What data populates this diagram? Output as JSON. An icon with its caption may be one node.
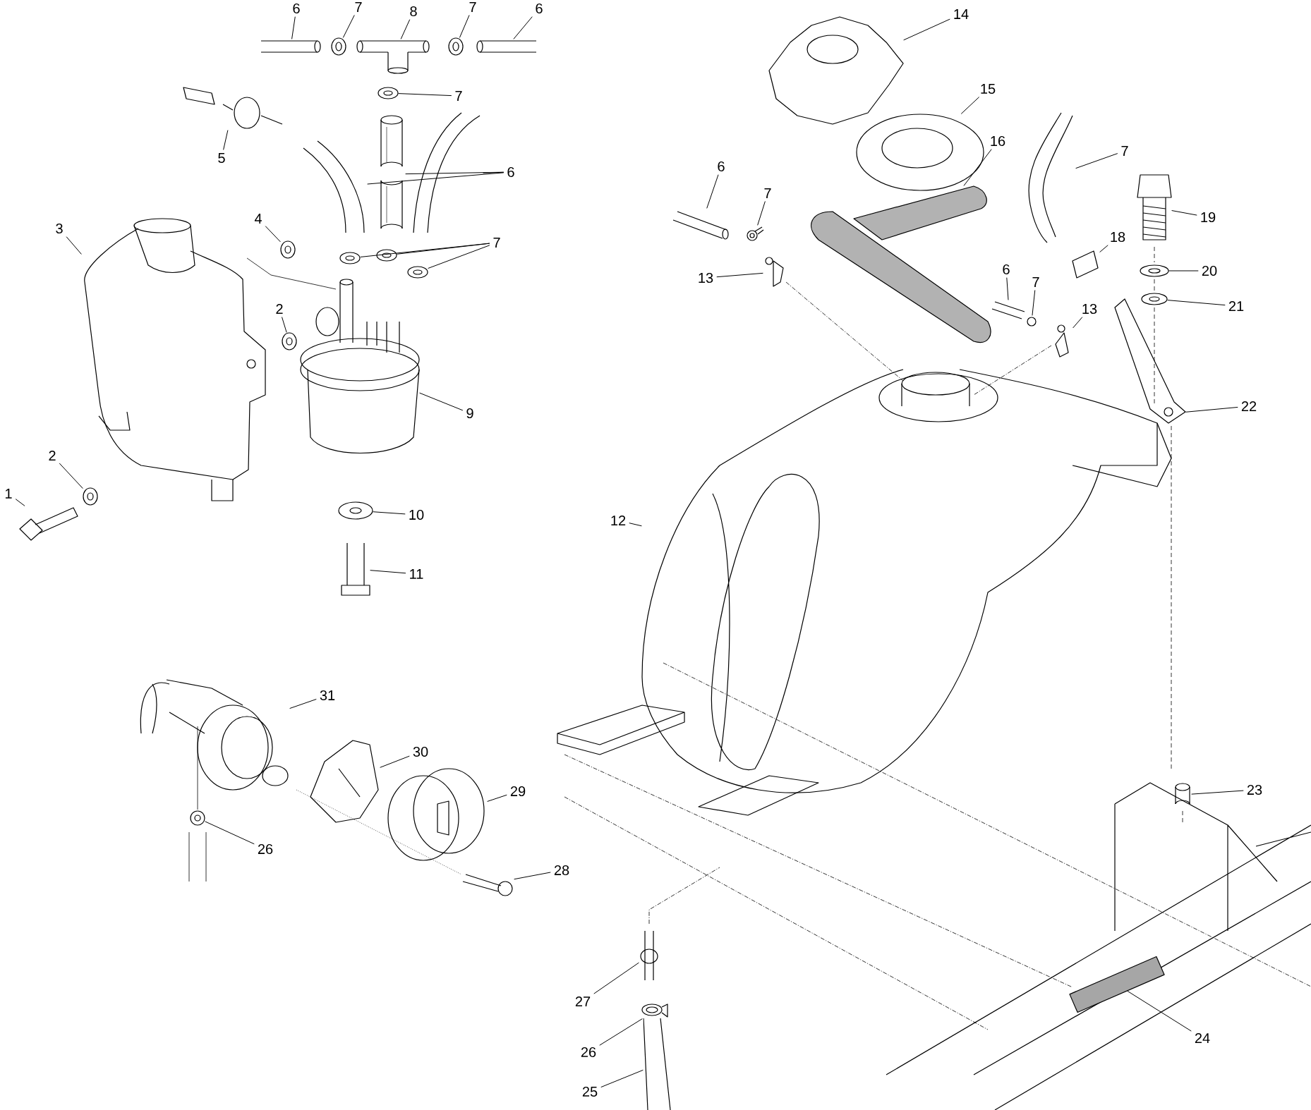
{
  "diagram": {
    "nodes": [
      {
        "text": [
          "6"
        ]
      },
      {
        "text": [
          "7"
        ]
      },
      {
        "text": [
          "8"
        ]
      },
      {
        "text": [
          "7"
        ]
      },
      {
        "text": [
          "6"
        ]
      },
      {
        "text": [
          "14"
        ]
      },
      {
        "text": [
          "15"
        ]
      },
      {
        "text": [
          "7"
        ]
      },
      {
        "text": [
          "16"
        ]
      },
      {
        "text": [
          "7"
        ]
      },
      {
        "text": [
          "5"
        ]
      },
      {
        "text": [
          "6"
        ]
      },
      {
        "text": [
          "6"
        ]
      },
      {
        "text": [
          "7"
        ]
      },
      {
        "text": [
          "19"
        ]
      },
      {
        "text": [
          "4"
        ]
      },
      {
        "text": [
          "3"
        ]
      },
      {
        "text": [
          "18"
        ]
      },
      {
        "text": [
          "7"
        ]
      },
      {
        "text": [
          "6"
        ]
      },
      {
        "text": [
          "20"
        ]
      },
      {
        "text": [
          "13"
        ]
      },
      {
        "text": [
          "7"
        ]
      },
      {
        "text": [
          "21"
        ]
      },
      {
        "text": [
          "2"
        ]
      },
      {
        "text": [
          "13"
        ]
      },
      {
        "text": [
          "22"
        ]
      },
      {
        "text": [
          "9"
        ]
      },
      {
        "text": [
          "2"
        ]
      },
      {
        "text": [
          "1"
        ]
      },
      {
        "text": [
          "10"
        ]
      },
      {
        "text": [
          "12"
        ]
      },
      {
        "text": [
          "11"
        ]
      },
      {
        "text": [
          "31"
        ]
      },
      {
        "text": [
          "30"
        ]
      },
      {
        "text": [
          "23"
        ]
      },
      {
        "text": [
          "29"
        ]
      },
      {
        "text": [
          "26"
        ]
      },
      {
        "text": [
          "28"
        ]
      },
      {
        "text": [
          "27"
        ]
      },
      {
        "text": [
          "24"
        ]
      },
      {
        "text": [
          "26"
        ]
      },
      {
        "text": [
          "25"
        ]
      },
      {
        "text": [],
        "shape": "picture"
      },
      {
        "text": [],
        "shape": "picture"
      },
      {
        "text": [],
        "shape": "picture"
      },
      {
        "text": [],
        "shape": "picture"
      },
      {
        "text": [],
        "shape": "picture"
      },
      {
        "text": [],
        "shape": "picture"
      },
      {
        "text": [],
        "shape": "picture"
      },
      {
        "text": [],
        "shape": "picture"
      },
      {
        "text": [],
        "shape": "picture"
      },
      {
        "text": [],
        "shape": "picture"
      },
      {
        "text": [],
        "shape": "picture"
      },
      {
        "text": [],
        "shape": "picture"
      },
      {
        "text": [],
        "shape": "picture"
      },
      {
        "text": [],
        "shape": "picture"
      },
      {
        "text": [],
        "shape": "picture"
      },
      {
        "text": [],
        "shape": "picture"
      },
      {
        "text": [],
        "shape": "picture"
      },
      {
        "text": [],
        "shape": "picture"
      },
      {
        "text": [],
        "shape": "picture"
      },
      {
        "text": [],
        "shape": "picture"
      },
      {
        "text": [],
        "shape": "picture"
      },
      {
        "text": [],
        "shape": "picture"
      },
      {
        "text": [],
        "shape": "picture"
      },
      {
        "text": [],
        "shape": "picture"
      },
      {
        "text": [],
        "shape": "picture"
      },
      {
        "text": [],
        "shape": "picture"
      },
      {
        "text": [],
        "shape": "picture"
      },
      {
        "text": [],
        "shape": "picture"
      },
      {
        "text": [],
        "shape": "picture"
      },
      {
        "text": [],
        "shape": "picture"
      },
      {
        "text": [],
        "shape": "picture"
      },
      {
        "text": [],
        "shape": "picture"
      },
      {
        "text": [],
        "shape": "picture"
      },
      {
        "text": [],
        "shape": "picture"
      },
      {
        "text": [],
        "shape": "picture"
      },
      {
        "text": [],
        "shape": "picture"
      },
      {
        "text": [],
        "shape": "picture"
      },
      {
        "text": [],
        "shape": "picture"
      },
      {
        "text": [],
        "shape": "picture"
      },
      {
        "text": [],
        "shape": "picture"
      },
      {
        "text": [],
        "shape": "picture"
      },
      {
        "text": [],
        "shape": "picture"
      },
      {
        "text": [],
        "shape": "picture"
      },
      {
        "text": [],
        "shape": "picture"
      },
      {
        "text": [],
        "shape": "picture"
      },
      {
        "text": [],
        "shape": "picture"
      },
      {
        "text": [],
        "shape": "picture"
      }
    ],
    "edges": [
      {
        "from": 0,
        "to": 43,
        "arrow": "none"
      },
      {
        "from": 1,
        "to": 44,
        "arrow": "none"
      },
      {
        "from": 2,
        "to": 45,
        "arrow": "none"
      },
      {
        "from": 3,
        "to": 46,
        "arrow": "none"
      },
      {
        "from": 4,
        "to": 47,
        "arrow": "none"
      },
      {
        "from": 5,
        "to": 48,
        "arrow": "none"
      },
      {
        "from": 6,
        "to": 49,
        "arrow": "none"
      },
      {
        "from": 7,
        "to": 50,
        "arrow": "none"
      },
      {
        "from": 8,
        "to": 51,
        "arrow": "none"
      },
      {
        "from": 9,
        "to": 52,
        "arrow": "none"
      },
      {
        "from": 10,
        "to": 53,
        "arrow": "none"
      },
      {
        "from": 11,
        "to": 54,
        "arrow": "none"
      },
      {
        "from": 12,
        "to": 55,
        "arrow": "none"
      },
      {
        "from": 12,
        "to": 56,
        "arrow": "none"
      },
      {
        "from": 12,
        "to": 57,
        "arrow": "none"
      },
      {
        "from": 13,
        "to": 58,
        "arrow": "none"
      },
      {
        "from": 14,
        "to": 59,
        "arrow": "none"
      },
      {
        "from": 15,
        "to": 60,
        "arrow": "none"
      },
      {
        "from": 16,
        "to": 61,
        "arrow": "none"
      },
      {
        "from": 17,
        "to": 62,
        "arrow": "none"
      },
      {
        "from": 18,
        "to": 63,
        "arrow": "none"
      },
      {
        "from": 18,
        "to": 64,
        "arrow": "none"
      },
      {
        "from": 18,
        "to": 65,
        "arrow": "none"
      },
      {
        "from": 19,
        "to": 66,
        "arrow": "none"
      },
      {
        "from": 20,
        "to": 67,
        "arrow": "none"
      },
      {
        "from": 21,
        "to": 68,
        "arrow": "none"
      },
      {
        "from": 22,
        "to": 69,
        "arrow": "none"
      },
      {
        "from": 23,
        "to": 70,
        "arrow": "none"
      },
      {
        "from": 24,
        "to": 71,
        "arrow": "none"
      },
      {
        "from": 25,
        "to": 72,
        "arrow": "none"
      },
      {
        "from": 26,
        "to": 73,
        "arrow": "none"
      },
      {
        "from": 27,
        "to": 74,
        "arrow": "none"
      },
      {
        "from": 28,
        "to": 75,
        "arrow": "none"
      },
      {
        "from": 29,
        "to": 76,
        "arrow": "none"
      },
      {
        "from": 30,
        "to": 77,
        "arrow": "none"
      },
      {
        "from": 31,
        "to": 78,
        "arrow": "none"
      },
      {
        "from": 32,
        "to": 79,
        "arrow": "none"
      },
      {
        "from": 33,
        "to": 80,
        "arrow": "none"
      },
      {
        "from": 34,
        "to": 81,
        "arrow": "none"
      },
      {
        "from": 35,
        "to": 82,
        "arrow": "none"
      },
      {
        "from": 36,
        "to": 83,
        "arrow": "none"
      },
      {
        "from": 37,
        "to": 84,
        "arrow": "none"
      },
      {
        "from": 38,
        "to": 85,
        "arrow": "none"
      },
      {
        "from": 39,
        "to": 86,
        "arrow": "none"
      },
      {
        "from": 40,
        "to": 87,
        "arrow": "none"
      },
      {
        "from": 41,
        "to": 88,
        "arrow": "none"
      },
      {
        "from": 42,
        "to": 89,
        "arrow": "none"
      }
    ]
  }
}
